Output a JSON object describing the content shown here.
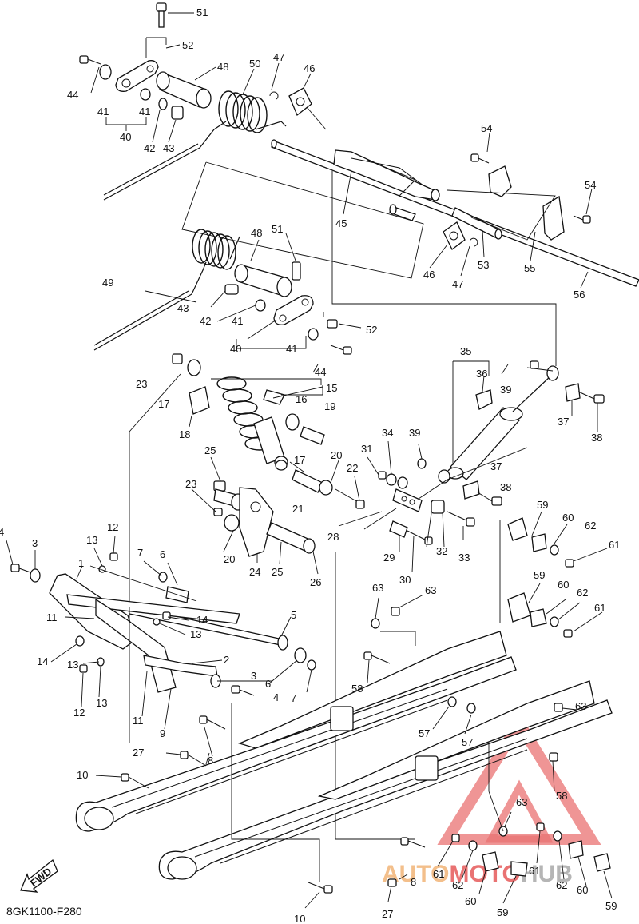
{
  "diagram_code": "8GK1100-F280",
  "fwd_label": "FWD",
  "watermark": {
    "word_part1": "AUTO",
    "word_part2": "MOTO",
    "word_part3": "HUB",
    "orange": "#f2b477",
    "red": "#e65a5a",
    "gray": "#a9a9a9"
  },
  "callouts": {
    "c51a": "51",
    "c52a": "52",
    "c44a": "44",
    "c48a": "48",
    "c50": "50",
    "c47a": "47",
    "c46a": "46",
    "c41a": "41",
    "c41b": "41",
    "c40a": "40",
    "c42a": "42",
    "c43a": "43",
    "c54a": "54",
    "c54b": "54",
    "c45": "45",
    "c46b": "46",
    "c47b": "47",
    "c53": "53",
    "c55": "55",
    "c56": "56",
    "c48b": "48",
    "c51b": "51",
    "c49": "49",
    "c43b": "43",
    "c42b": "42",
    "c41c": "41",
    "c40b": "40",
    "c41d": "41",
    "c52b": "52",
    "c44b": "44",
    "c23a": "23",
    "c17a": "17",
    "c15": "15",
    "c16": "16",
    "c18": "18",
    "c19": "19",
    "c17b": "17",
    "c35": "35",
    "c36": "36",
    "c39a": "39",
    "c37a": "37",
    "c38a": "38",
    "c34": "34",
    "c39b": "39",
    "c31": "31",
    "c20a": "20",
    "c22": "22",
    "c21": "21",
    "c37b": "37",
    "c38b": "38",
    "c28": "28",
    "c32": "32",
    "c33": "33",
    "c29": "29",
    "c30": "30",
    "c25a": "25",
    "c23b": "23",
    "c20b": "20",
    "c24": "24",
    "c25b": "25",
    "c26": "26",
    "c59a": "59",
    "c60a": "60",
    "c62a": "62",
    "c61a": "61",
    "c59b": "59",
    "c60b": "60",
    "c62b": "62",
    "c61b": "61",
    "c4a": "4",
    "c3a": "3",
    "c1": "1",
    "c13a": "13",
    "c12a": "12",
    "c7a": "7",
    "c6a": "6",
    "c11a": "11",
    "c14a": "14",
    "c13b": "13",
    "c5": "5",
    "c14b": "14",
    "c13c": "13",
    "c2": "2",
    "c3b": "3",
    "c6b": "6",
    "c4b": "4",
    "c7b": "7",
    "c12b": "12",
    "c13d": "13",
    "c11b": "11",
    "c9": "9",
    "c8a": "8",
    "c27a": "27",
    "c10a": "10",
    "c63a": "63",
    "c63b": "63",
    "c58a": "58",
    "c57a": "57",
    "c57b": "57",
    "c63c": "63",
    "c58b": "58",
    "c63d": "63",
    "c10b": "10",
    "c27b": "27",
    "c8b": "8",
    "c61c": "61",
    "c62c": "62",
    "c60c": "60",
    "c59c": "59",
    "c61d": "61",
    "c62d": "62",
    "c60d": "60",
    "c59d": "59"
  }
}
